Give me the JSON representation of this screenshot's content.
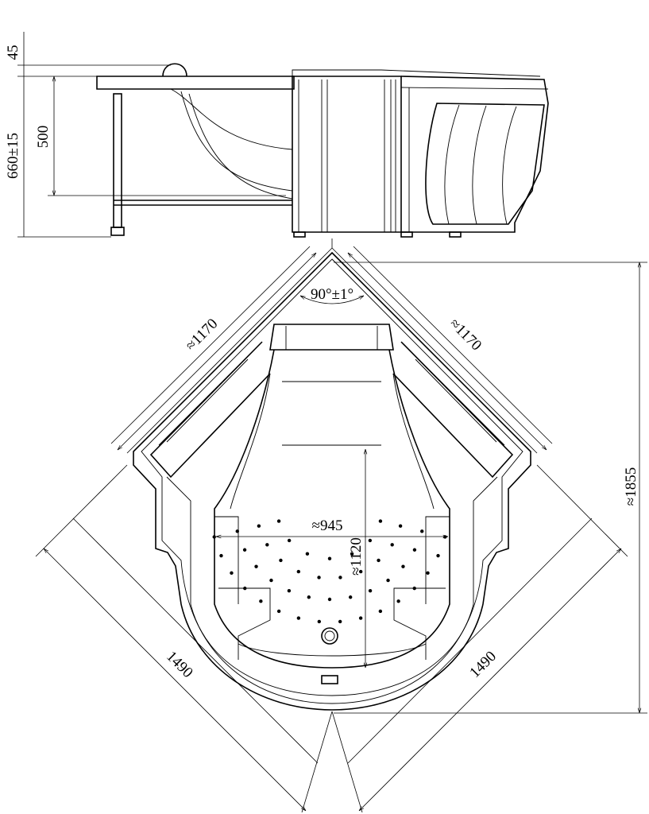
{
  "side_view": {
    "dim_rim": "45",
    "dim_depth": "500",
    "dim_height": "660±15"
  },
  "top_view": {
    "angle": "90°±1°",
    "side_left": "≈1170",
    "side_right": "≈1170",
    "overall_depth": "≈1855",
    "inner_width": "≈945",
    "inner_length": "≈1120",
    "diag_left": "1490",
    "diag_right": "1490"
  },
  "colors": {
    "line": "#000000",
    "background": "#ffffff"
  }
}
